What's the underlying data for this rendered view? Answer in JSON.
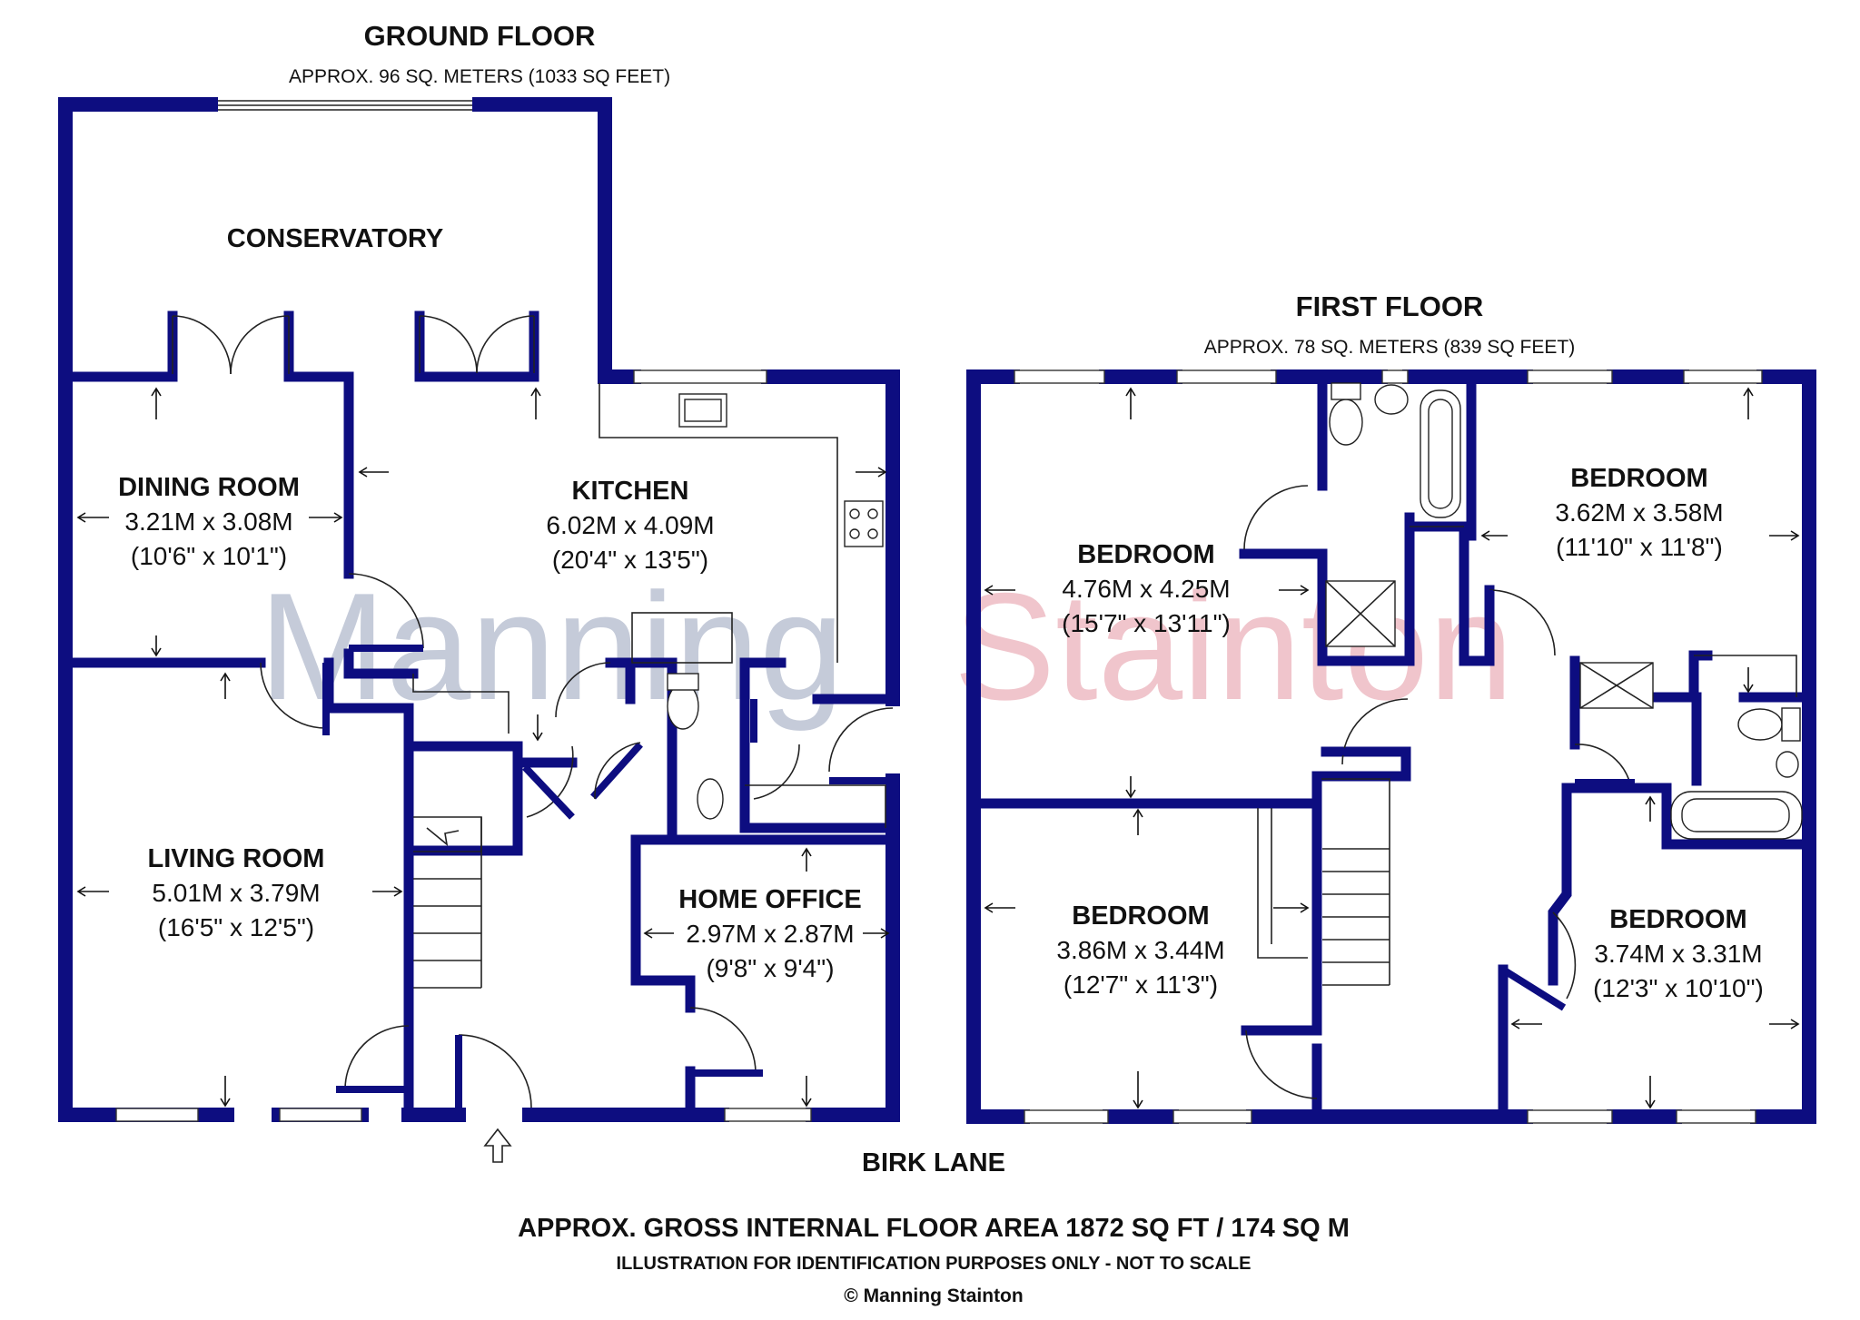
{
  "watermark": {
    "part1": "Manning",
    "part2": "Stainton",
    "color1": "#c5cbd9",
    "color2": "#f0c5cc"
  },
  "colors": {
    "wall": "#0d0d80"
  },
  "ground_floor": {
    "title": "GROUND FLOOR",
    "area": "APPROX. 96 SQ. METERS (1033 SQ FEET)",
    "rooms": {
      "conservatory": {
        "name": "CONSERVATORY"
      },
      "dining": {
        "name": "DINING ROOM",
        "metric": "3.21M x 3.08M",
        "imperial": "(10'6\" x 10'1\")"
      },
      "kitchen": {
        "name": "KITCHEN",
        "metric": "6.02M x 4.09M",
        "imperial": "(20'4\" x 13'5\")"
      },
      "living": {
        "name": "LIVING ROOM",
        "metric": "5.01M x 3.79M",
        "imperial": "(16'5\" x 12'5\")"
      },
      "office": {
        "name": "HOME OFFICE",
        "metric": "2.97M x 2.87M",
        "imperial": "(9'8\" x 9'4\")"
      }
    }
  },
  "first_floor": {
    "title": "FIRST FLOOR",
    "area": "APPROX. 78 SQ. METERS (839 SQ FEET)",
    "rooms": {
      "bed1": {
        "name": "BEDROOM",
        "metric": "4.76M x 4.25M",
        "imperial": "(15'7\" x 13'11\")"
      },
      "bed2": {
        "name": "BEDROOM",
        "metric": "3.62M x 3.58M",
        "imperial": "(11'10\" x 11'8\")"
      },
      "bed3": {
        "name": "BEDROOM",
        "metric": "3.86M x 3.44M",
        "imperial": "(12'7\" x 11'3\")"
      },
      "bed4": {
        "name": "BEDROOM",
        "metric": "3.74M x 3.31M",
        "imperial": "(12'3\" x 10'10\")"
      }
    }
  },
  "street": "BIRK LANE",
  "footer": {
    "total": "APPROX. GROSS INTERNAL FLOOR AREA 1872 SQ FT / 174 SQ M",
    "disclaimer": "ILLUSTRATION FOR IDENTIFICATION PURPOSES ONLY - NOT TO SCALE",
    "copyright": "© Manning Stainton"
  },
  "icons": {
    "entrance": "entrance-arrow-icon"
  }
}
